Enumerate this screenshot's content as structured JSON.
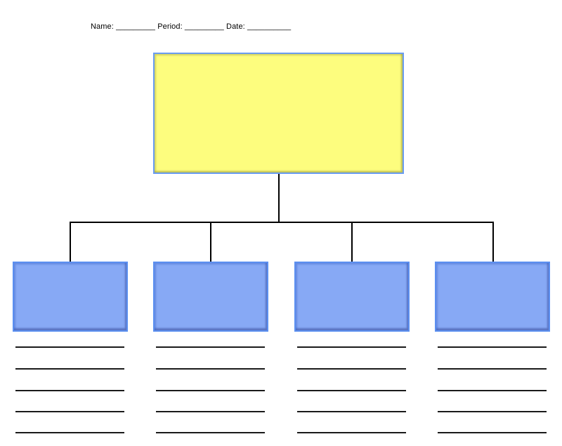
{
  "header": {
    "name_label": "Name:",
    "name_blank": "_________",
    "period_label": "Period:",
    "period_blank": "_________",
    "date_label": "Date:",
    "date_blank": "__________"
  },
  "diagram": {
    "type": "hierarchy-chart",
    "main_box": {
      "text": "",
      "fill": "#fdfd7e",
      "border": "#6a9cf0"
    },
    "child_boxes": [
      {
        "text": "",
        "fill": "#87a9f5",
        "border": "#5b8ff0"
      },
      {
        "text": "",
        "fill": "#87a9f5",
        "border": "#5b8ff0"
      },
      {
        "text": "",
        "fill": "#87a9f5",
        "border": "#5b8ff0"
      },
      {
        "text": "",
        "fill": "#87a9f5",
        "border": "#5b8ff0"
      }
    ],
    "writing_lines_per_column": 5,
    "connector_color": "#000000"
  }
}
